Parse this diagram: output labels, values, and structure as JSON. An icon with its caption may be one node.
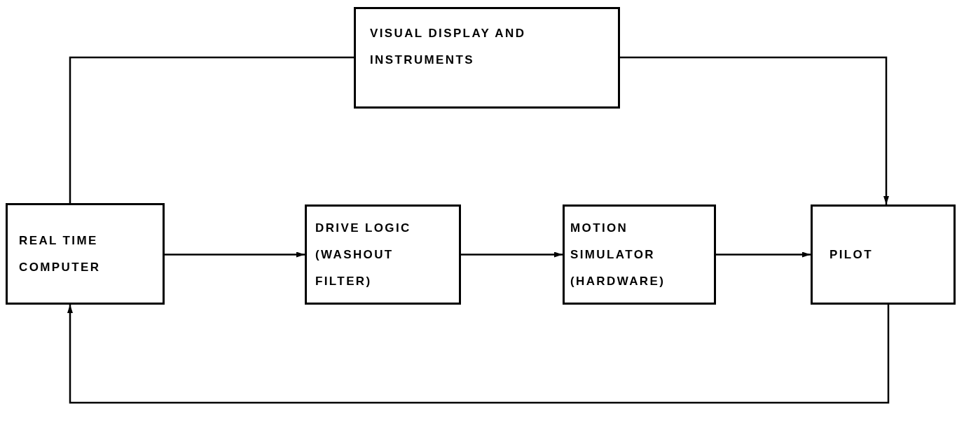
{
  "diagram": {
    "nodes": [
      {
        "text": [
          "VISUAL DISPLAY AND INSTRUMENTS"
        ]
      },
      {
        "text": [
          "REAL TIME COMPUTER"
        ]
      },
      {
        "text": [
          "DRIVE LOGIC (WASHOUT FILTER)"
        ]
      },
      {
        "text": [
          "MOTION SIMULATOR (HARDWARE)"
        ]
      },
      {
        "text": [
          "PILOT"
        ]
      }
    ],
    "edges": [
      {
        "from": 1,
        "to": 0,
        "arrow": "none"
      },
      {
        "from": 0,
        "to": 4,
        "arrow": "to"
      },
      {
        "from": 1,
        "to": 2,
        "arrow": "to"
      },
      {
        "from": 2,
        "to": 3,
        "arrow": "to"
      },
      {
        "from": 3,
        "to": 4,
        "arrow": "to"
      },
      {
        "from": 4,
        "to": 1,
        "arrow": "to"
      }
    ]
  }
}
